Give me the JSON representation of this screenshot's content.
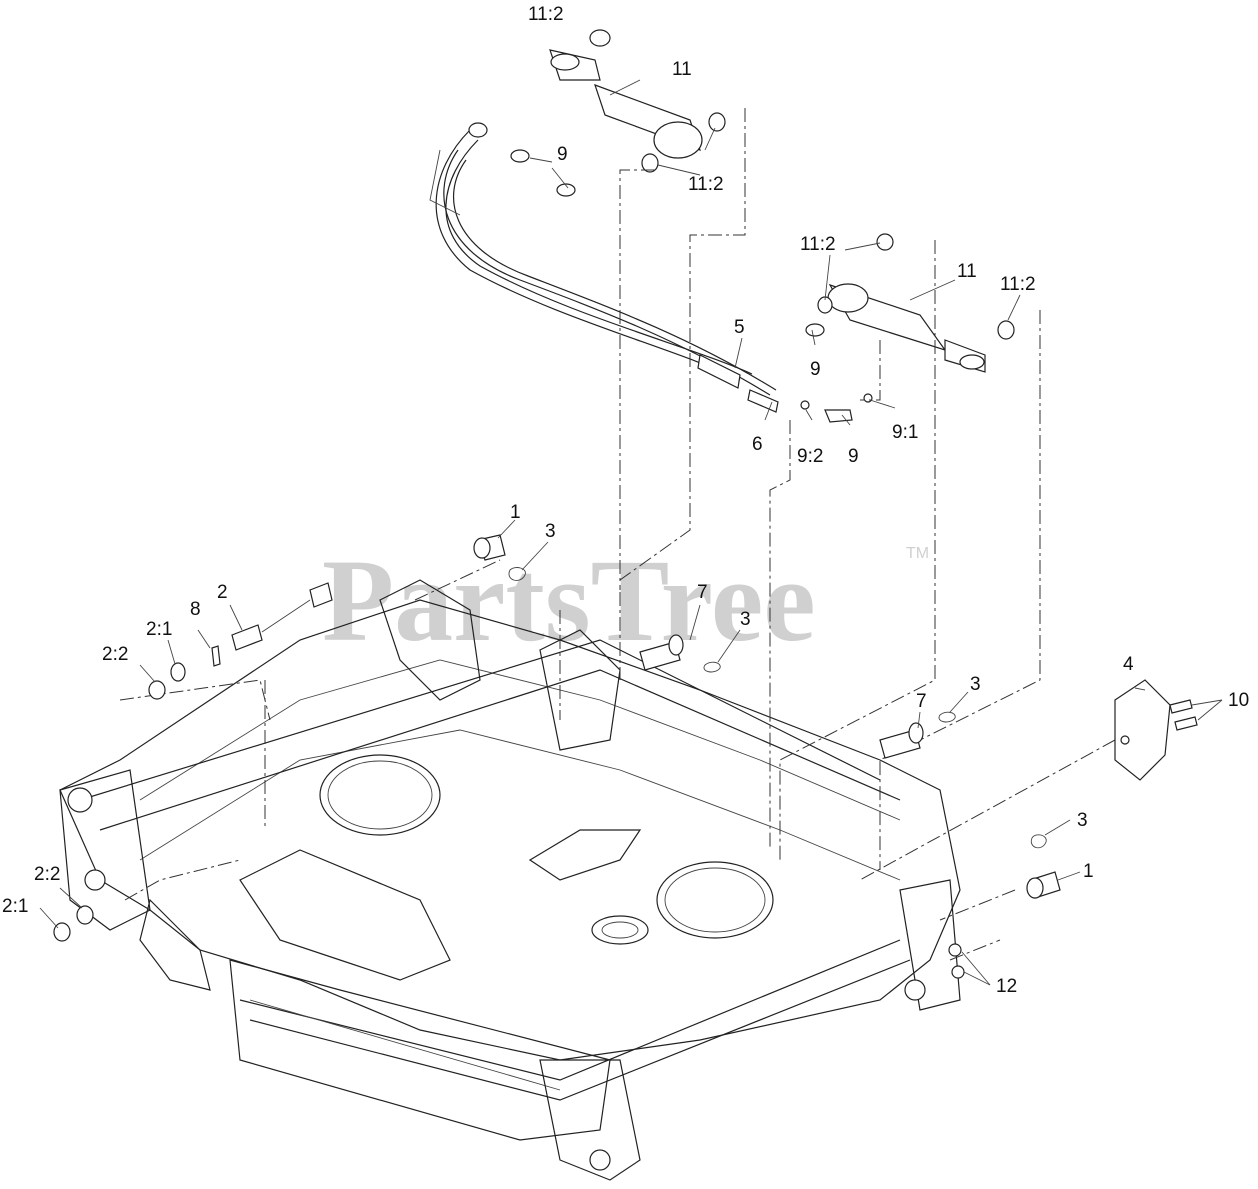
{
  "watermark": {
    "brand": "PartsTree",
    "trademark": "TM"
  },
  "callouts": [
    {
      "id": "c1",
      "text": "11:2"
    },
    {
      "id": "c2",
      "text": "11"
    },
    {
      "id": "c3",
      "text": "9"
    },
    {
      "id": "c4",
      "text": "11:2"
    },
    {
      "id": "c5",
      "text": "11:2"
    },
    {
      "id": "c6",
      "text": "11"
    },
    {
      "id": "c7",
      "text": "11:2"
    },
    {
      "id": "c8",
      "text": "5"
    },
    {
      "id": "c9",
      "text": "9"
    },
    {
      "id": "c10",
      "text": "6"
    },
    {
      "id": "c11",
      "text": "9:2"
    },
    {
      "id": "c12",
      "text": "9"
    },
    {
      "id": "c13",
      "text": "9:1"
    },
    {
      "id": "c14",
      "text": "1"
    },
    {
      "id": "c15",
      "text": "3"
    },
    {
      "id": "c16",
      "text": "2"
    },
    {
      "id": "c17",
      "text": "8"
    },
    {
      "id": "c18",
      "text": "2:1"
    },
    {
      "id": "c19",
      "text": "2:2"
    },
    {
      "id": "c20",
      "text": "7"
    },
    {
      "id": "c21",
      "text": "3"
    },
    {
      "id": "c22",
      "text": "7"
    },
    {
      "id": "c23",
      "text": "3"
    },
    {
      "id": "c24",
      "text": "4"
    },
    {
      "id": "c25",
      "text": "10"
    },
    {
      "id": "c26",
      "text": "3"
    },
    {
      "id": "c27",
      "text": "1"
    },
    {
      "id": "c28",
      "text": "12"
    },
    {
      "id": "c29",
      "text": "2:2"
    },
    {
      "id": "c30",
      "text": "2:1"
    }
  ]
}
